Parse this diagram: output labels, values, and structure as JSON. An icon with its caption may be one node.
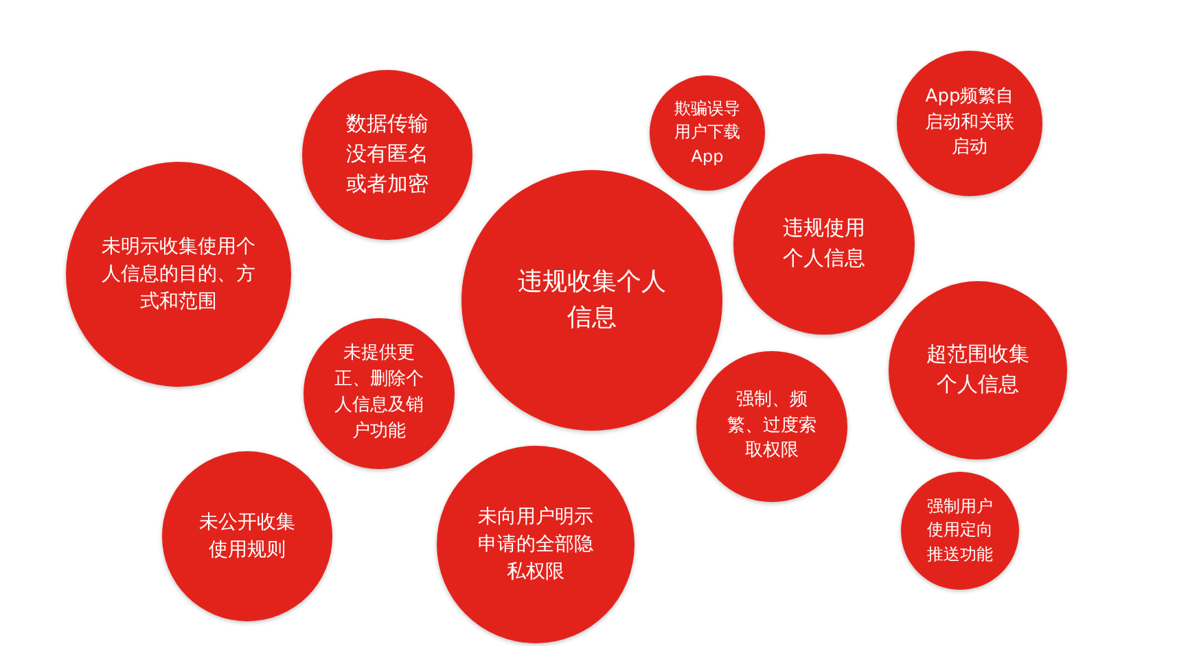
{
  "diagram": {
    "nodes": [
      {
        "text": [
          "数据传输没有匿名或者加密"
        ]
      },
      {
        "text": [
          "欺骗误导用户下载App"
        ]
      },
      {
        "text": [
          "App频繁自启动和关联启动"
        ]
      },
      {
        "text": [
          "未明示收集使用个人信息的目的、方式和范围"
        ]
      },
      {
        "text": [
          "违规收集个人信息"
        ]
      },
      {
        "text": [
          "违规使用个人信息"
        ]
      },
      {
        "text": [
          "超范围收集个人信息"
        ]
      },
      {
        "text": [
          "未提供更正、删除个人信息及销户功能"
        ]
      },
      {
        "text": [
          "强制、频繁、过度索取权限"
        ]
      },
      {
        "text": [
          "未公开收集使用规则"
        ]
      },
      {
        "text": [
          "未向用户明示申请的全部隐私权限"
        ]
      },
      {
        "text": [
          "强制用户使用定向推送功能"
        ]
      }
    ]
  }
}
